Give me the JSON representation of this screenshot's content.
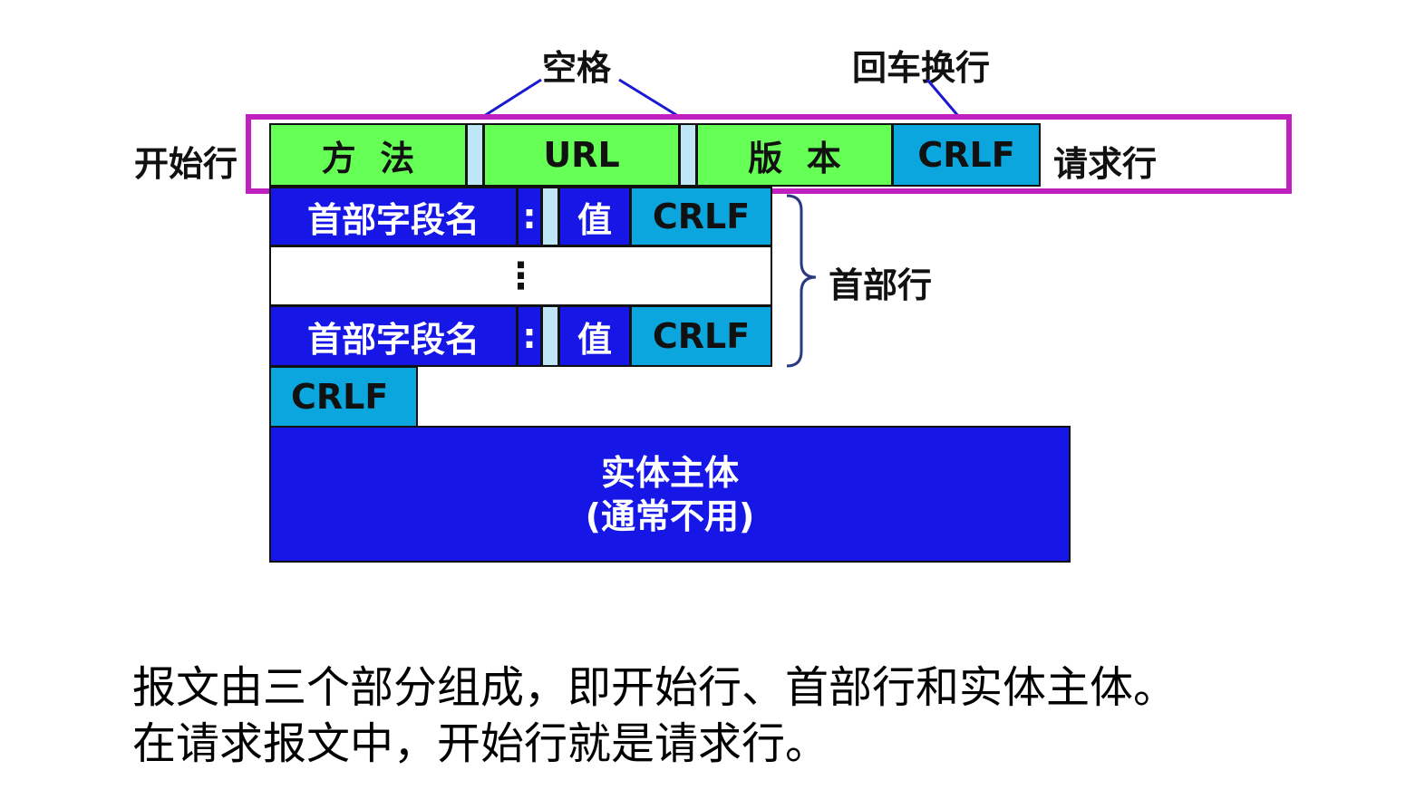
{
  "labels": {
    "space": "空格",
    "crlf_top": "回车换行",
    "start_line": "开始行",
    "request_line": "请求行",
    "header_lines": "首部行"
  },
  "request_line_fields": {
    "method": "方  法",
    "url": "URL",
    "version": "版  本",
    "crlf": "CRLF"
  },
  "header_row_1": {
    "field_name": "首部字段名",
    "colon": ":",
    "value": "值",
    "crlf": "CRLF"
  },
  "header_ellipsis": "⋮",
  "header_row_2": {
    "field_name": "首部字段名",
    "colon": ":",
    "value": "值",
    "crlf": "CRLF"
  },
  "blank_line_crlf": "CRLF",
  "entity_body": {
    "line1": "实体主体",
    "line2": "(通常不用)"
  },
  "caption": {
    "line1": "报文由三个部分组成，即开始行、首部行和实体主体。",
    "line2": "在请求报文中，开始行就是请求行。"
  },
  "colors": {
    "frame": "#c020c0",
    "green": "#66ff55",
    "cyan": "#0aa6dd",
    "blue": "#1616e6",
    "arrow": "#1a1ad0"
  }
}
